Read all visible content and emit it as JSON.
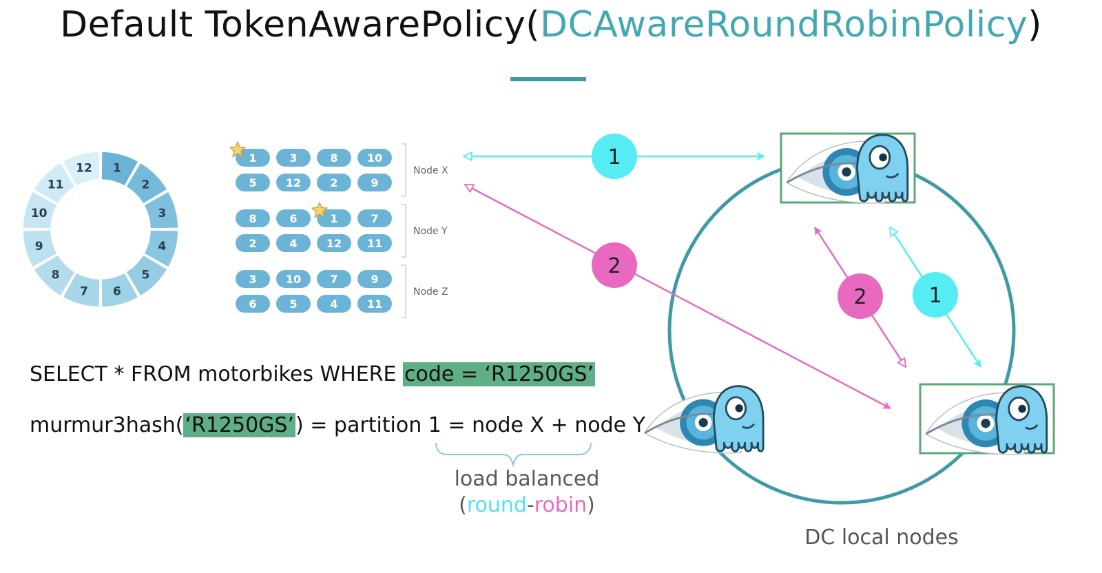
{
  "title": {
    "prefix": "Default TokenAwarePolicy(",
    "highlight": "DCAwareRoundRobinPolicy",
    "suffix": ")"
  },
  "ring_tokens": [
    "1",
    "2",
    "3",
    "4",
    "5",
    "6",
    "7",
    "8",
    "9",
    "10",
    "11",
    "12"
  ],
  "nodes": [
    {
      "name": "Node X",
      "rows": [
        [
          "1",
          "3",
          "8",
          "10"
        ],
        [
          "5",
          "12",
          "2",
          "9"
        ]
      ]
    },
    {
      "name": "Node Y",
      "rows": [
        [
          "8",
          "6",
          "1",
          "7"
        ],
        [
          "2",
          "4",
          "12",
          "11"
        ]
      ]
    },
    {
      "name": "Node Z",
      "rows": [
        [
          "3",
          "10",
          "7",
          "9"
        ],
        [
          "6",
          "5",
          "4",
          "11"
        ]
      ]
    }
  ],
  "query": {
    "select_prefix": "SELECT * FROM motorbikes WHERE ",
    "select_highlight": "code = ‘R1250GS’",
    "hash_prefix": "murmur3hash(",
    "hash_highlight": "‘R1250GS’",
    "hash_suffix": ") = partition 1 = node X + node Y"
  },
  "load_balanced": {
    "line1": "load balanced",
    "open": "(",
    "round": "round",
    "dash": "-",
    "robin": "robin",
    "close": ")"
  },
  "bubbles": {
    "one": "1",
    "two": "2"
  },
  "dc_label": "DC local nodes",
  "colors": {
    "accent": "#44a8b2",
    "cyan": "#55ecf4",
    "magenta": "#e86ac0",
    "highlight": "#5fae85",
    "pill": "#6cb4d6"
  }
}
